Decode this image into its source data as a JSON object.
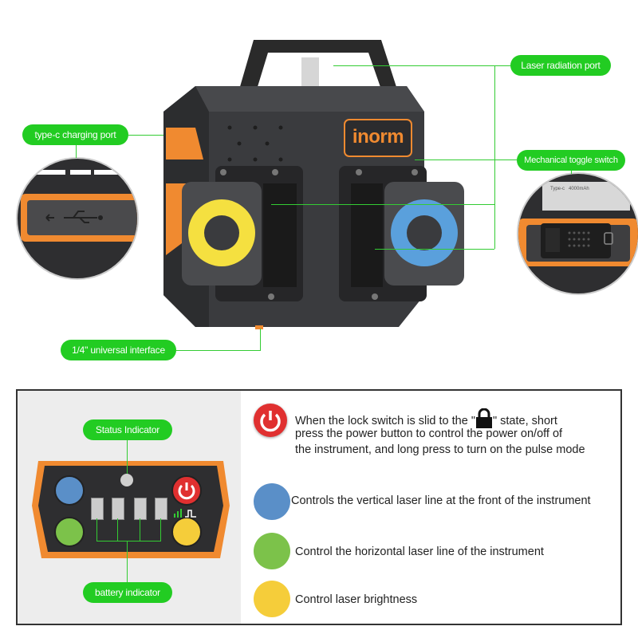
{
  "product": {
    "logo_text": "inorm",
    "callouts": {
      "laser_port": "Laser radiation port",
      "charging_port": "type-c charging port",
      "toggle_switch": "Mechanical toggle switch",
      "interface": "1/4\" universal interface"
    },
    "battery_label": "Type-c   4000mAh"
  },
  "panel": {
    "status_indicator": "Status Indicator",
    "battery_indicator": "battery indicator",
    "descriptions": {
      "power_line1": "When the lock switch is slid to the \"",
      "power_line1b": "\" state, short",
      "power_line2": "press the power button to control the power on/off of",
      "power_line3": "the instrument, and long press to turn on the pulse mode",
      "blue": "Controls the vertical laser line at the front of the instrument",
      "green": "Control the horizontal laser line of the instrument",
      "yellow": "Control laser brightness"
    }
  },
  "colors": {
    "callout_green": "#22cc22",
    "accent_orange": "#f08a30",
    "button_blue": "#5a8fc8",
    "button_green": "#7cc24a",
    "button_yellow": "#f5cd3a",
    "power_red": "#e03030"
  }
}
